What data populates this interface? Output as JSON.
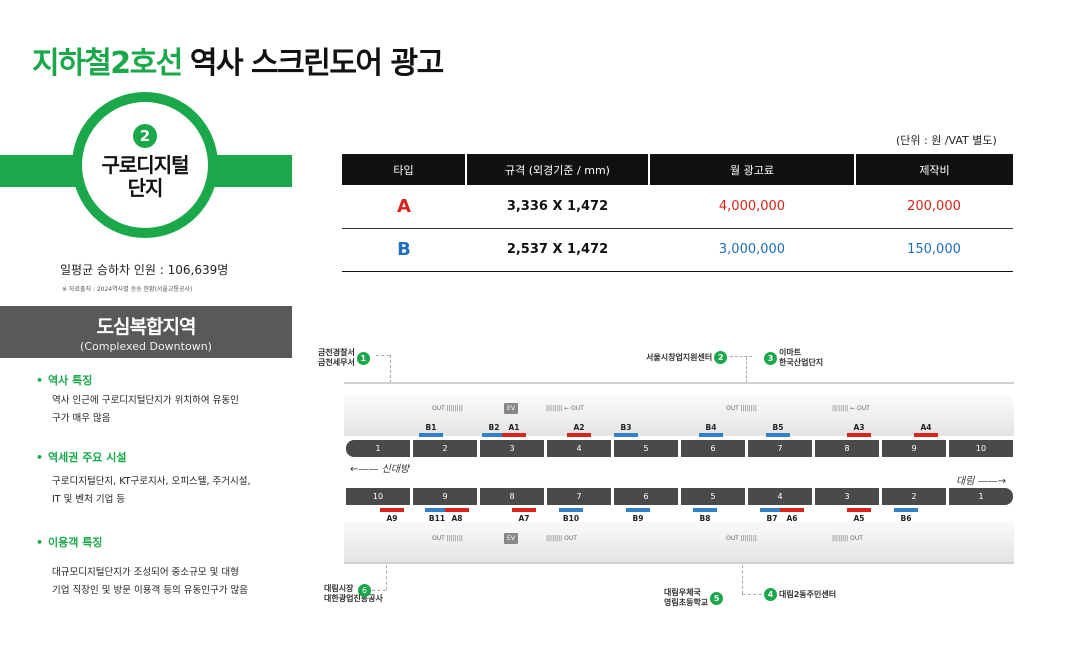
{
  "header": {
    "title_green": "지하철2호선",
    "title_black": "역사 스크린도어 광고"
  },
  "station": {
    "line_number": "2",
    "name_line1": "구로디지털",
    "name_line2": "단지",
    "daily_riders": "일평균 승하차 인원 : 106,639명",
    "source": "※ 자료출처 : 2024역사별 승송 현황(서울교통공사)"
  },
  "area": {
    "title": "도심복합지역",
    "subtitle": "(Complexed Downtown)"
  },
  "features": [
    {
      "bullet": "•",
      "head": "역사 특징",
      "body": [
        "역사 인근에 구로디지털단지가 위치하여 유동인",
        "구가 매우 많음"
      ]
    },
    {
      "bullet": "•",
      "head": "역세권 주요 시설",
      "body": [
        "구로디지털단지, KT구로지사, 오피스텔, 주거시설,",
        "IT 및 벤처 기업 등"
      ]
    },
    {
      "bullet": "•",
      "head": "이용객 특징",
      "body": [
        "대규모디지털단지가 조성되어 중소규모 및 대형",
        "기업 직장인 및 방문 이용객 등의 유동인구가 많음"
      ]
    }
  ],
  "pricing": {
    "unit_note": "(단위 : 원 /VAT 별도)",
    "headers": [
      "타입",
      "규격 (외경기준 / mm)",
      "월 광고료",
      "제작비"
    ],
    "rows": [
      {
        "type": "A",
        "size": "3,336 X 1,472",
        "monthly": "4,000,000",
        "production": "200,000"
      },
      {
        "type": "B",
        "size": "2,537 X 1,472",
        "monthly": "3,000,000",
        "production": "150,000"
      }
    ]
  },
  "map": {
    "landmarks": [
      {
        "num": "1",
        "lines": [
          "금천경찰서",
          "금천세무서"
        ]
      },
      {
        "num": "2",
        "lines": [
          "서울시창업지원센터"
        ]
      },
      {
        "num": "3",
        "lines": [
          "이마트",
          "한국산업단지"
        ]
      },
      {
        "num": "4",
        "lines": [
          "대림2동주민센터"
        ]
      },
      {
        "num": "5",
        "lines": [
          "대림우체국",
          "영림초등학교"
        ]
      },
      {
        "num": "6",
        "lines": [
          "대림시장",
          "대한광업진흥공사"
        ]
      }
    ],
    "out_label": "OUT",
    "ev_label": "EV",
    "dir_left": "신대방",
    "dir_right": "대림",
    "top_cars": [
      "1",
      "2",
      "3",
      "4",
      "5",
      "6",
      "7",
      "8",
      "9",
      "10"
    ],
    "bottom_cars": [
      "10",
      "9",
      "8",
      "7",
      "6",
      "5",
      "4",
      "3",
      "2",
      "1"
    ],
    "top_ads": [
      {
        "id": "B1",
        "color": "blue",
        "car": 1,
        "offset": 0.15
      },
      {
        "id": "B2",
        "color": "blue",
        "car": 2,
        "offset": 0.05
      },
      {
        "id": "A1",
        "color": "red",
        "car": 2,
        "offset": 0.55
      },
      {
        "id": "A2",
        "color": "red",
        "car": 3,
        "offset": 0.5
      },
      {
        "id": "B3",
        "color": "blue",
        "car": 4,
        "offset": 0.0
      },
      {
        "id": "B4",
        "color": "blue",
        "car": 5,
        "offset": 0.45
      },
      {
        "id": "B5",
        "color": "blue",
        "car": 6,
        "offset": 0.45
      },
      {
        "id": "A3",
        "color": "red",
        "car": 7,
        "offset": 0.8
      },
      {
        "id": "A4",
        "color": "red",
        "car": 8,
        "offset": 0.8
      }
    ],
    "bottom_ads": [
      {
        "id": "A9",
        "color": "red",
        "car": 0,
        "offset": 0.85
      },
      {
        "id": "B11",
        "color": "blue",
        "car": 1,
        "offset": 0.3
      },
      {
        "id": "A8",
        "color": "red",
        "car": 1,
        "offset": 0.8
      },
      {
        "id": "A7",
        "color": "red",
        "car": 2,
        "offset": 0.8
      },
      {
        "id": "B10",
        "color": "blue",
        "car": 3,
        "offset": 0.3
      },
      {
        "id": "B9",
        "color": "blue",
        "car": 4,
        "offset": 0.3
      },
      {
        "id": "B8",
        "color": "blue",
        "car": 5,
        "offset": 0.3
      },
      {
        "id": "B7",
        "color": "blue",
        "car": 6,
        "offset": 0.3
      },
      {
        "id": "A6",
        "color": "red",
        "car": 6,
        "offset": 0.8
      },
      {
        "id": "A5",
        "color": "red",
        "car": 7,
        "offset": 0.8
      },
      {
        "id": "B6",
        "color": "blue",
        "car": 8,
        "offset": 0.3
      }
    ]
  }
}
